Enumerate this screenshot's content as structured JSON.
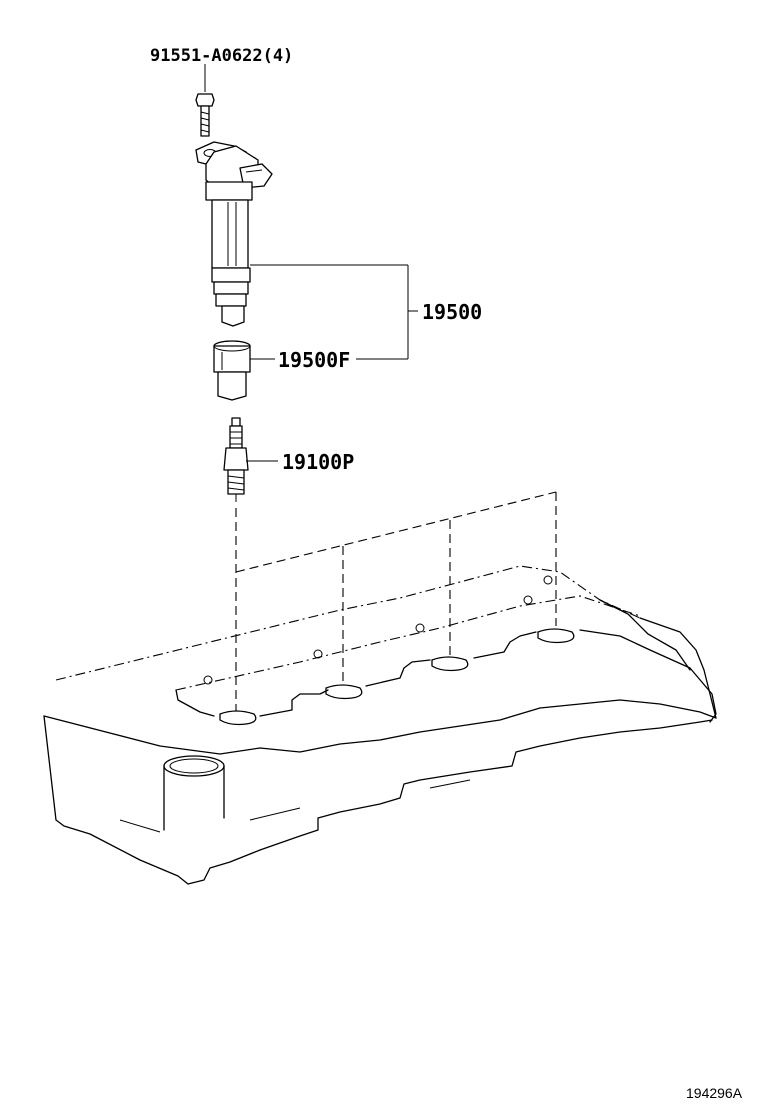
{
  "labels": {
    "bolt": "91551-A0622(4)",
    "coil_assy": "19500",
    "coil_boot": "19500F",
    "spark_plug": "19100P"
  },
  "reference_code": "194296A"
}
